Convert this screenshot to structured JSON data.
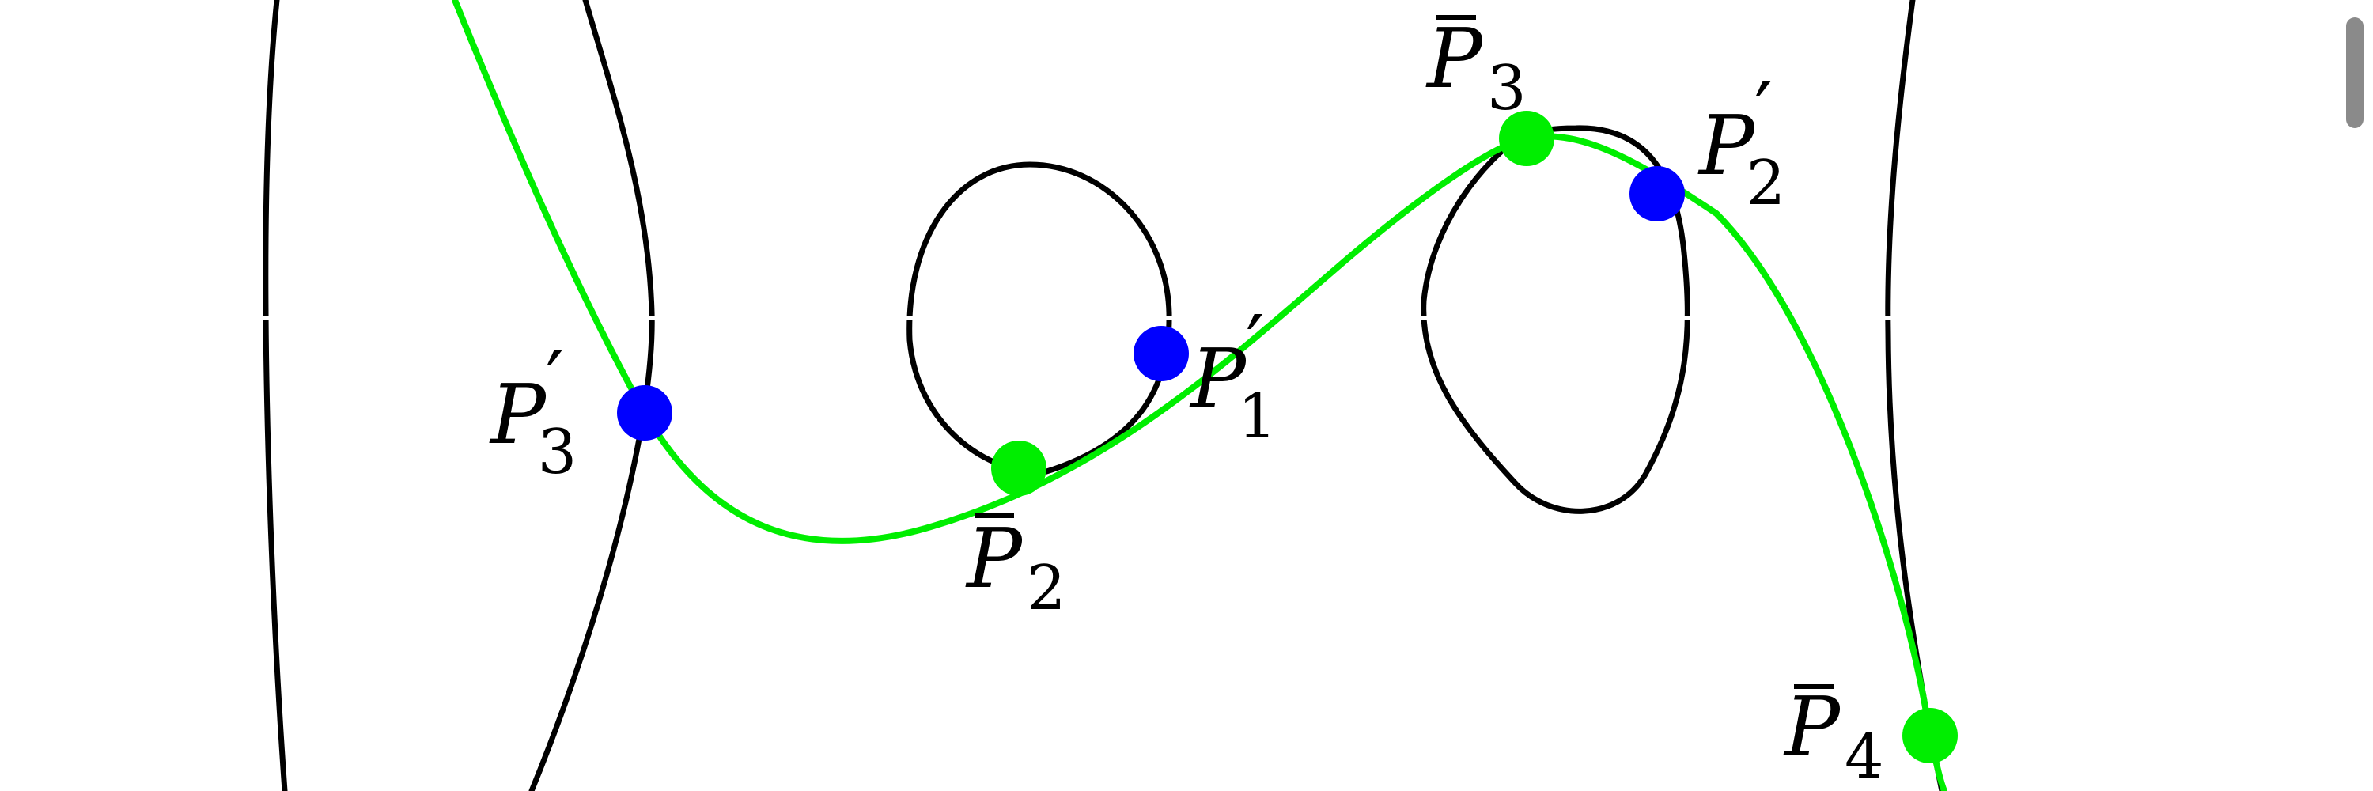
{
  "diagram": {
    "labels": {
      "p3_prime": {
        "letter": "P",
        "mark": "′",
        "sub": "3"
      },
      "p1_prime": {
        "letter": "P",
        "mark": "′",
        "sub": "1"
      },
      "p2_prime": {
        "letter": "P",
        "mark": "′",
        "sub": "2"
      },
      "p2_bar": {
        "letter": "P",
        "sub": "2"
      },
      "p3_bar": {
        "letter": "P",
        "sub": "3"
      },
      "p4_bar": {
        "letter": "P",
        "sub": "4"
      }
    },
    "colors": {
      "cubic_curve": "#000000",
      "green_curve": "#00ee00",
      "blue_point": "#0000ff",
      "green_point": "#00ee00",
      "scrollbar": "#8a8a8a"
    }
  }
}
